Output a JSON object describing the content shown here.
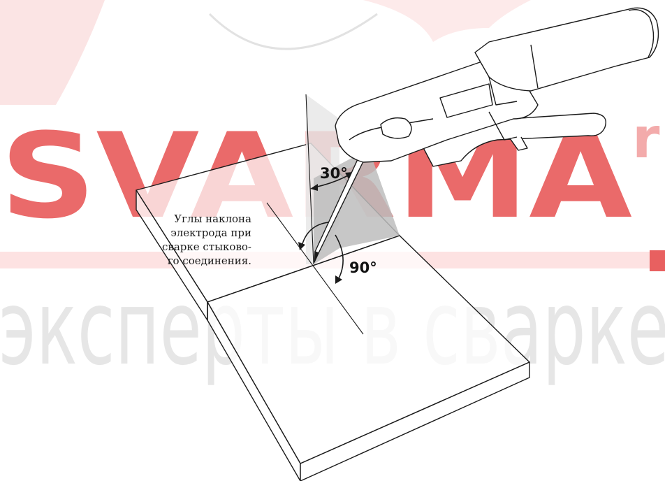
{
  "caption": {
    "lines": [
      "Углы наклона",
      "электрода при",
      "сварке стыково-",
      "го соединения."
    ]
  },
  "angles": {
    "tilt": "30°",
    "cross": "90°"
  },
  "watermark": {
    "brand": "SVARMA",
    "brand_tail": "r",
    "tagline": "эксперты в сварке",
    "color_brand": "#e85a5a",
    "color_tagline": "#e6e6e6"
  },
  "colors": {
    "line": "#1a1a1a",
    "plate": "#ffffff",
    "shade": "#c9c9c9"
  }
}
